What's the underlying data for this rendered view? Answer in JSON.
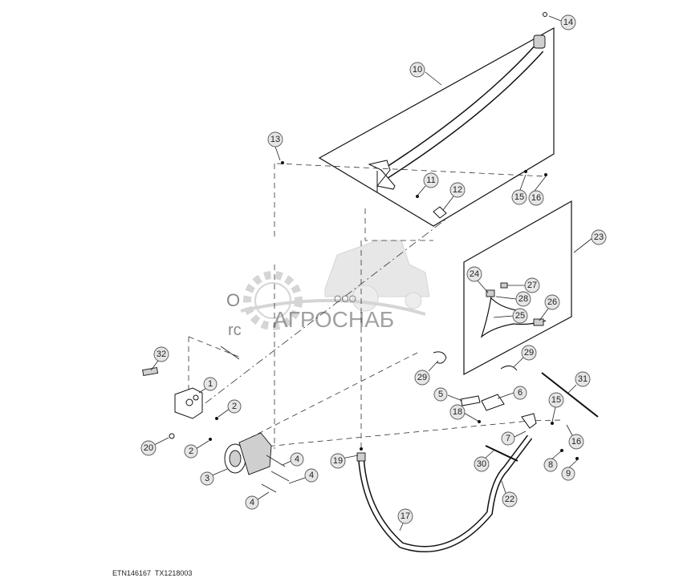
{
  "footer_code": "ETN146167  TX1218003",
  "watermark": {
    "company_prefix": "ООО",
    "company_name": "АГРОСНАБ",
    "fragment_1": "O",
    "fragment_2": "rc"
  },
  "callouts": [
    "1",
    "2",
    "2",
    "3",
    "4",
    "4",
    "4",
    "5",
    "6",
    "7",
    "8",
    "9",
    "10",
    "11",
    "12",
    "13",
    "14",
    "15",
    "15",
    "16",
    "16",
    "17",
    "18",
    "19",
    "20",
    "22",
    "23",
    "24",
    "25",
    "26",
    "27",
    "28",
    "29",
    "29",
    "30",
    "31",
    "32"
  ],
  "colors": {
    "callout_fill": "#e6e6e6",
    "line": "#111111",
    "watermark": "#8a8a8a"
  }
}
